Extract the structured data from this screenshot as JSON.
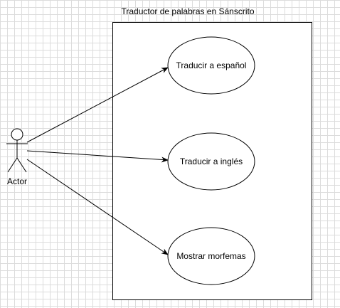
{
  "system": {
    "title": "Traductor de palabras en Sánscrito"
  },
  "actor": {
    "label": "Actor"
  },
  "use_cases": [
    {
      "label": "Traducir a español"
    },
    {
      "label": "Traducir a inglés"
    },
    {
      "label": "Mostrar morfemas"
    }
  ],
  "colors": {
    "stroke": "#000000",
    "fill": "#ffffff",
    "grid": "#dcdcdc"
  }
}
